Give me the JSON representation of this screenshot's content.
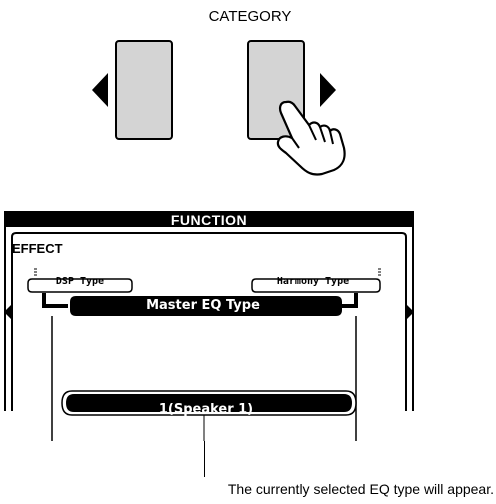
{
  "category_section": {
    "title": "CATEGORY"
  },
  "display": {
    "header": "FUNCTION",
    "section_label": "EFFECT",
    "left_item": "DSP Type",
    "right_item": "Harmony Type",
    "selected_item": "Master EQ Type",
    "value": "1(Speaker 1)"
  },
  "callout": {
    "text": "The currently selected EQ type will appear."
  }
}
